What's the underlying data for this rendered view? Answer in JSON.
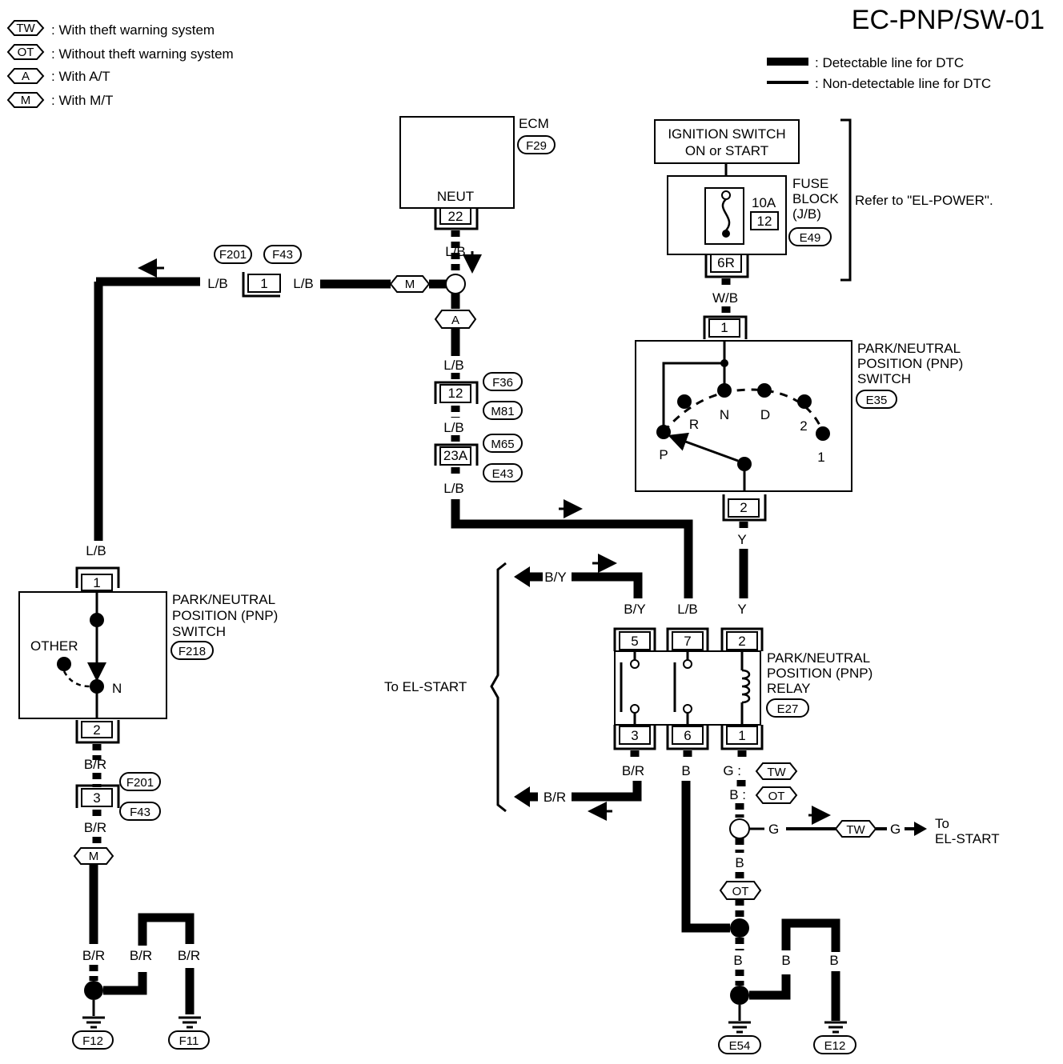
{
  "title": "EC-PNP/SW-01",
  "legend_tags": [
    {
      "tag": "TW",
      "text": ": With theft warning system"
    },
    {
      "tag": "OT",
      "text": ": Without theft warning system"
    },
    {
      "tag": "A",
      "text": ": With A/T"
    },
    {
      "tag": "M",
      "text": ": With M/T"
    }
  ],
  "line_legend": {
    "detectable": ": Detectable line for DTC",
    "non_detectable": ": Non-detectable line for DTC"
  },
  "ecm": {
    "name": "ECM",
    "connector": "F29",
    "terminal_label": "NEUT",
    "terminal": "22"
  },
  "ignition": {
    "line1": "IGNITION SWITCH",
    "line2": "ON or START"
  },
  "fuse_block": {
    "line1": "FUSE",
    "line2": "BLOCK",
    "line3": "(J/B)",
    "amps": "10A",
    "fuse_no": "12",
    "connector": "E49",
    "terminal": "6R",
    "refer": "Refer to \"EL-POWER\"."
  },
  "wires": {
    "lb": "L/B",
    "wb": "W/B",
    "y": "Y",
    "by": "B/Y",
    "br": "B/R",
    "b": "B",
    "g": "G",
    "g_tw": "G :",
    "b_ot": "B :"
  },
  "tags": {
    "m": "M",
    "a": "A",
    "tw": "TW",
    "ot": "OT"
  },
  "connectors": {
    "f201": "F201",
    "f43": "F43",
    "c1": "1",
    "c12": "12",
    "f36": "F36",
    "m81": "M81",
    "c23a": "23A",
    "m65": "M65",
    "e43": "E43",
    "c3": "3",
    "c2": "2"
  },
  "pnp_switch_at": {
    "line1": "PARK/NEUTRAL",
    "line2": "POSITION (PNP)",
    "line3": "SWITCH",
    "connector": "E35",
    "in_terminal": "1",
    "out_terminal": "2",
    "positions": {
      "r": "R",
      "n": "N",
      "d": "D",
      "two": "2",
      "p": "P",
      "one": "1"
    }
  },
  "pnp_switch_mt": {
    "line1": "PARK/NEUTRAL",
    "line2": "POSITION (PNP)",
    "line3": "SWITCH",
    "connector": "F218",
    "in_terminal": "1",
    "out_terminal": "2",
    "other": "OTHER",
    "n": "N"
  },
  "relay": {
    "line1": "PARK/NEUTRAL",
    "line2": "POSITION (PNP)",
    "line3": "RELAY",
    "connector": "E27",
    "top_terminals": [
      "5",
      "7",
      "2"
    ],
    "bottom_terminals": [
      "3",
      "6",
      "1"
    ]
  },
  "to_el_start": "To EL-START",
  "to_right": {
    "line1": "To",
    "line2": "EL-START"
  },
  "grounds": {
    "f12": "F12",
    "f11": "F11",
    "e54": "E54",
    "e12": "E12"
  }
}
